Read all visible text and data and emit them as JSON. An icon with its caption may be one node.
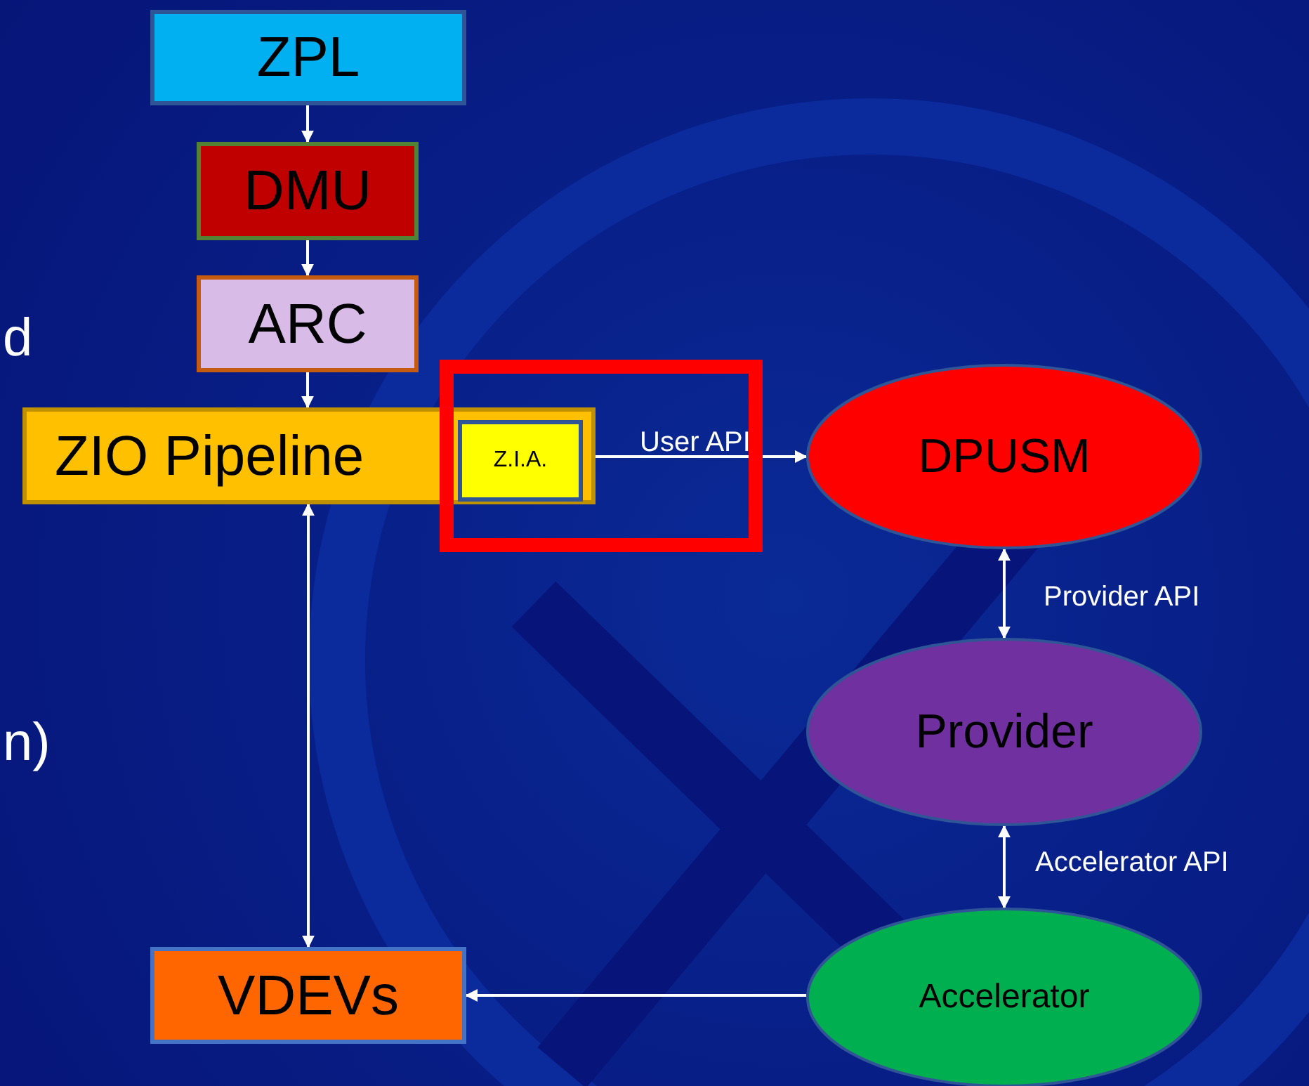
{
  "diagram": {
    "nodes": [
      {
        "text": [
          "ZPL"
        ]
      },
      {
        "text": [
          "DMU"
        ]
      },
      {
        "text": [
          "ARC"
        ]
      },
      {
        "text": [
          "ZIO Pipeline"
        ]
      },
      {
        "text": [
          "Z.I.A."
        ],
        "in": 3
      },
      {
        "text": [
          "DPUSM"
        ]
      },
      {
        "text": [
          "Provider"
        ]
      },
      {
        "text": [
          "Accelerator"
        ]
      },
      {
        "text": [
          "VDEVs"
        ]
      }
    ],
    "edges": [
      {
        "from": 0,
        "to": 1,
        "arrow": "to"
      },
      {
        "from": 1,
        "to": 2,
        "arrow": "to"
      },
      {
        "from": 2,
        "to": 3,
        "arrow": "to"
      },
      {
        "from": 4,
        "to": 5,
        "arrow": "both",
        "label": "User API"
      },
      {
        "from": 3,
        "to": 8,
        "arrow": "both"
      },
      {
        "from": 5,
        "to": 6,
        "arrow": "both",
        "label": "Provider API"
      },
      {
        "from": 6,
        "to": 7,
        "arrow": "both",
        "label": "Accelerator API"
      },
      {
        "from": 7,
        "to": 8,
        "arrow": "to"
      }
    ],
    "labels": [
      "d",
      "n)"
    ]
  }
}
